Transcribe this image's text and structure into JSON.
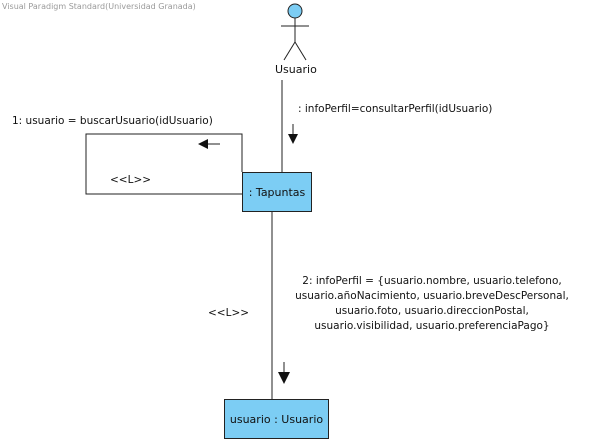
{
  "watermark": "Visual Paradigm Standard(Universidad Granada)",
  "actor": {
    "name": "Usuario",
    "color": "#7ccdf4"
  },
  "objects": {
    "tapuntas": ": Tapuntas",
    "usuario": "usuario : Usuario"
  },
  "messages": {
    "consultar": ": infoPerfil=consultarPerfil(idUsuario)",
    "buscar": "1: usuario = buscarUsuario(idUsuario)",
    "self_stereotype": "<<L>>",
    "link_stereotype": "<<L>>",
    "info_lines": [
      "2: infoPerfil = {usuario.nombre, usuario.telefono,",
      "usuario.añoNacimiento, usuario.breveDescPersonal,",
      "usuario.foto, usuario.direccionPostal,",
      "usuario.visibilidad, usuario.preferenciaPago}"
    ]
  }
}
